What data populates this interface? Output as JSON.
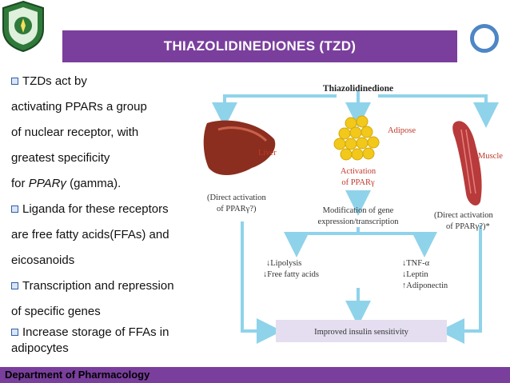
{
  "slide": {
    "title": "THIAZOLIDINEDIONES (TZD)",
    "footer": "Department of Pharmacology"
  },
  "bullets": {
    "b1_l1": "TZDs act by",
    "b1_l2": "activating PPARs a group",
    "b1_l3": "of nuclear receptor, with",
    "b1_l4": "greatest specificity",
    "b1_l5_pre": "for ",
    "b1_l5_em": "PPARγ",
    "b1_l5_post": " (gamma).",
    "b2_l1": "Liganda for these receptors",
    "b2_l2": "are free fatty acids(FFAs) and",
    "b2_l3": "eicosanoids",
    "b3_l1": "Transcription and repression",
    "b3_l2": "of specific genes",
    "b4_l1": "Increase storage of FFAs in",
    "b4_l2": "adipocytes"
  },
  "diagram": {
    "top": "Thiazolidinedione",
    "adipose": "Adipose",
    "liver": "Liver",
    "muscle": "Muscle",
    "activation_l1": "Activation",
    "activation_l2": "of PPARγ",
    "direct_left_l1": "(Direct activation",
    "direct_left_l2": "of PPARγ?)",
    "modification_l1": "Modification of gene",
    "modification_l2": "expression/transcription",
    "direct_right_l1": "(Direct activation",
    "direct_right_l2": "of PPARγ?)*",
    "lipolysis": "↓Lipolysis",
    "ffa": "↓Free fatty acids",
    "tnf": "↓TNF-α",
    "leptin": "↓Leptin",
    "adiponectin": "↑Adiponectin",
    "insulin": "Improved insulin sensitivity"
  },
  "colors": {
    "title_bar": "#7a3f9d",
    "arrows": "#8fd3ea",
    "liver": "#8b2e1f",
    "muscle": "#b83a3a",
    "fat": "#f2c81a",
    "insulin_box": "#e4def0",
    "ring": "#4e86c6"
  }
}
